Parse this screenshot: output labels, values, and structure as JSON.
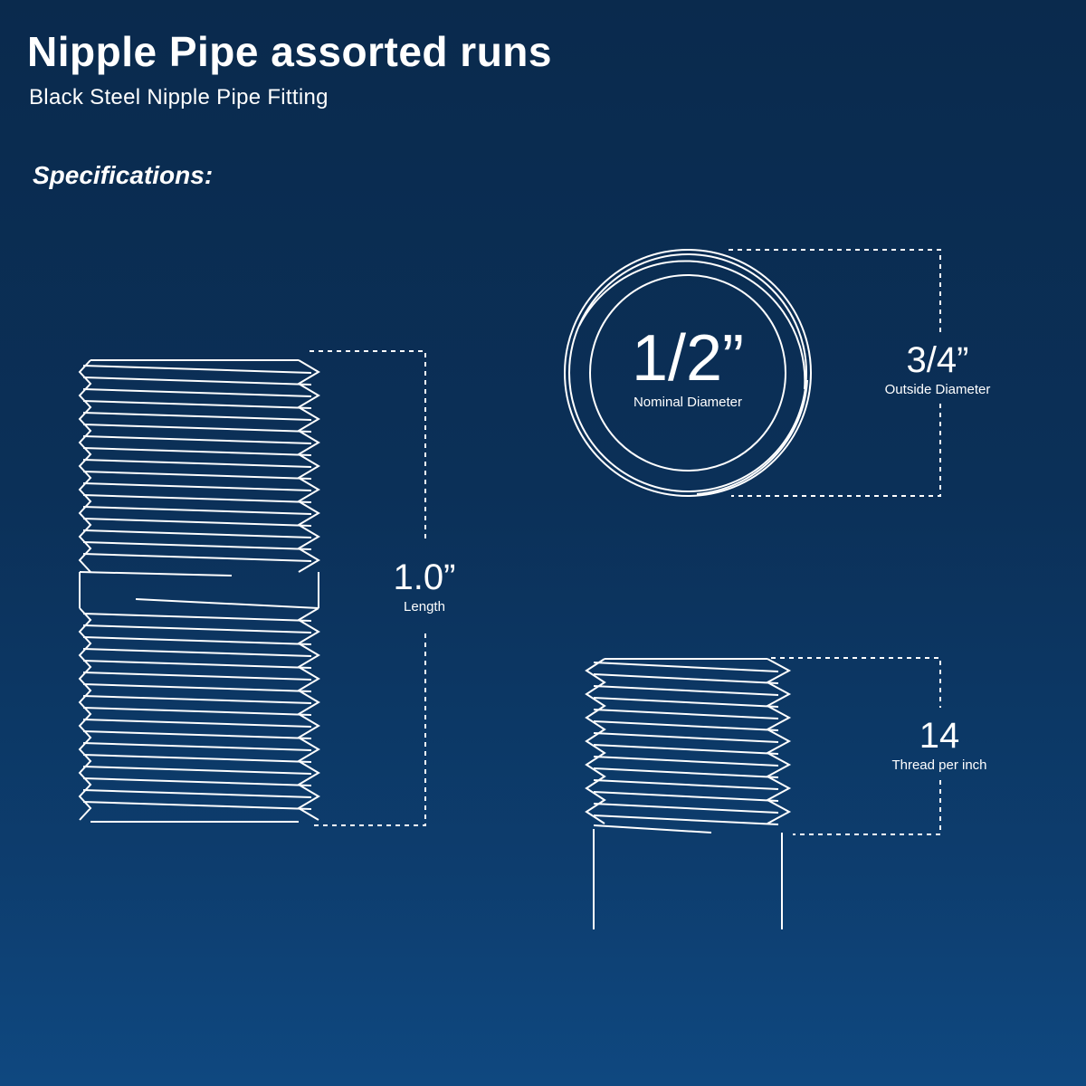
{
  "header": {
    "title": "Nipple Pipe assorted runs",
    "subtitle": "Black Steel Nipple Pipe Fitting"
  },
  "specifications": {
    "heading": "Specifications:",
    "length": {
      "value": "1.0”",
      "label": "Length"
    },
    "nominal_diameter": {
      "value": "1/2”",
      "label": "Nominal Diameter"
    },
    "outside_diameter": {
      "value": "3/4”",
      "label": "Outside Diameter"
    },
    "thread": {
      "value": "14",
      "label": "Thread per inch"
    }
  },
  "colors": {
    "background_top": "#0a2a4d",
    "background_bottom": "#0f4880",
    "line": "#ffffff"
  }
}
